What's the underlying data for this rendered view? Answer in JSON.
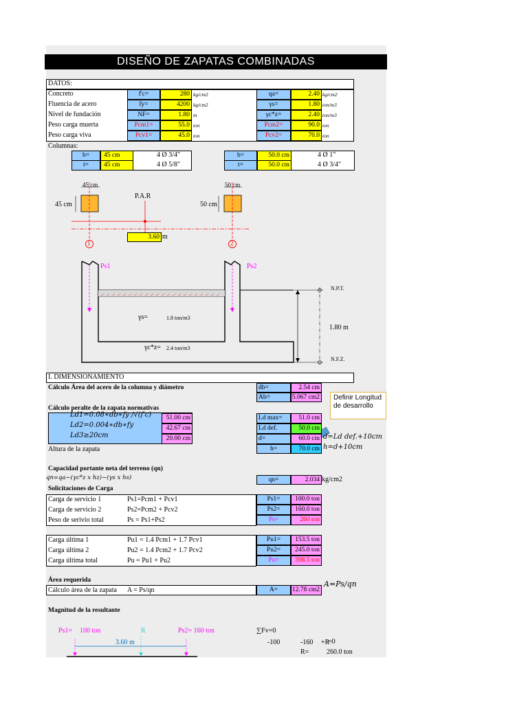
{
  "title": "DISEÑO DE ZAPATAS COMBINADAS",
  "datos": {
    "header": "DATOS:",
    "rows": [
      {
        "label": "Concreto",
        "s1": "f'c=",
        "v1": "280",
        "u1": "kg/cm2",
        "s2": "qa=",
        "v2": "2.40",
        "u2": "kg/cm2"
      },
      {
        "label": "Fluencia de acero",
        "s1": "fy=",
        "v1": "4200",
        "u1": "kg/cm2",
        "s2": "γs=",
        "v2": "1.80",
        "u2": "ton/m3"
      },
      {
        "label": "Nivel de fundación",
        "s1": "NF=",
        "v1": "1.80",
        "u1": "m",
        "s2": "γc*z=",
        "v2": "2.40",
        "u2": "ton/m3"
      },
      {
        "label": "Peso carga muerta",
        "s1": "Pcm1=",
        "v1": "55.0",
        "u1": "ton",
        "s2": "Pcm2=",
        "v2": "90.0",
        "u2": "ton"
      },
      {
        "label": "Peso carga viva",
        "s1": "Pcv1=",
        "v1": "45.0",
        "u1": "ton",
        "s2": "Pcv2=",
        "v2": "70.0",
        "u2": "ton"
      }
    ],
    "columnas_label": "Columnas:",
    "col1": [
      {
        "s": "b=",
        "v": "45 cm",
        "bar": "4 Ø  3/4\""
      },
      {
        "s": "t=",
        "v": "45 cm",
        "bar": "4 Ø  5/8\""
      }
    ],
    "col2": [
      {
        "s": "b=",
        "v": "50.0 cm",
        "bar": "4 Ø  1\""
      },
      {
        "s": "t=",
        "v": "50.0 cm",
        "bar": "4 Ø  3/4\""
      }
    ]
  },
  "plan": {
    "c1_top": "45 cm",
    "c1_left": "45 cm",
    "c2_top": "50 cm",
    "c2_left": "50 cm",
    "par": "P.A.R",
    "span": "3.60",
    "span_unit": "m",
    "axis1": "1",
    "axis2": "2"
  },
  "section": {
    "ps1": "Ps1",
    "ps2": "Ps2",
    "npt": "N.P.T.",
    "nfz": "N.F.Z.",
    "depth": "1.80 m",
    "gs_label": "γs=",
    "gs_val": "1.8 ton/m3",
    "gcz_label": "γc*z=",
    "gcz_val": "2.4 ton/m3"
  },
  "dim": {
    "header": "I. DIMENSIONAMIENTO",
    "area_title": "Cálculo Área del acero de la columna y diámetro",
    "db_label": "db=",
    "db_val": "2.54 cm",
    "ab_label": "Ab=",
    "ab_val": "5.067 cm2",
    "callout": "Definir Longitud de desarrollo",
    "peralte_title": "Cálculo peralte de la zapata normativas",
    "ld_rows": [
      {
        "f": "Ld1=0.08∗db∗fy /√(f′c)",
        "v": "51.00 cm",
        "s": "Ld max=",
        "r": "51.0 cm"
      },
      {
        "f": "Ld2=0.004∗db∗fy",
        "v": "42.67 cm",
        "s": "Ld def.",
        "r": "50.0 cm"
      },
      {
        "f": "Ld3≥20cm",
        "v": "20.00 cm",
        "s": "d=",
        "r": "60.0 cm"
      }
    ],
    "d_formula": "d=Ld def.+10cm",
    "h_formula": "h=d+10cm",
    "altura_label": "Altura de la zapata",
    "h_label": "h=",
    "h_val": "70.0 cm",
    "cap_title": "Capacidad portante neta del terreno (qn)",
    "qn_formula": "qn=qa−(γc*z x hz)−(γs x hs)",
    "qn_label": "qn=",
    "qn_val": "2.034",
    "qn_unit": "kg/cm2",
    "solic_title": "Solicitaciones de Carga",
    "service": [
      {
        "l": "Carga de servicio 1",
        "f": "Ps1=Pcm1 + Pcv1",
        "s": "Ps1=",
        "v": "100.0 ton"
      },
      {
        "l": "Carga de servicio 2",
        "f": "Ps2=Pcm2 + Pcv2",
        "s": "Ps2=",
        "v": "160.0 ton"
      },
      {
        "l": "Peso de serivio total",
        "f": "Ps = Ps1+Ps2",
        "s": "Ps=",
        "v": "260 ton"
      }
    ],
    "ultimate": [
      {
        "l": "Carga última 1",
        "f": "Pu1 = 1.4 Pcm1 + 1.7 Pcv1",
        "s": "Pu1=",
        "v": "153.5 ton"
      },
      {
        "l": "Carga última 2",
        "f": "Pu2 = 1.4 Pcm2 + 1.7 Pcv2",
        "s": "Pu2=",
        "v": "245.0 ton"
      },
      {
        "l": "Carga última total",
        "f": "Pu = Pu1 + Pu2",
        "s": "Pu=",
        "v": "398.5 ton"
      }
    ],
    "area_req_title": "Área requerida",
    "area_label": "Cálculo área de la zapata",
    "area_f": "A = Ps/qn",
    "a_label": "A=",
    "a_val": "12.78 cm2",
    "a_formula": "A=Ps/qn",
    "result_title": "Magnitud de la resultante",
    "r_ps1": "Ps1=",
    "r_ps1_v": "100 ton",
    "r_r": "R",
    "r_ps2": "Ps2= 160 ton",
    "r_span": "3.60 m",
    "sum": "∑Fv=0",
    "t1": "-100",
    "t2": "-160",
    "t3": "+R",
    "t4": "=0",
    "r_eq": "R=",
    "r_val": "260.0 ton"
  },
  "colors": {
    "yellow": "#ffff00",
    "blue": "#99ccff",
    "pink": "#ff99ff",
    "green": "#66ff33",
    "cyan": "#33ccff",
    "red": "#ff0000",
    "magenta": "#ff00ff",
    "orange": "#ffb732"
  }
}
